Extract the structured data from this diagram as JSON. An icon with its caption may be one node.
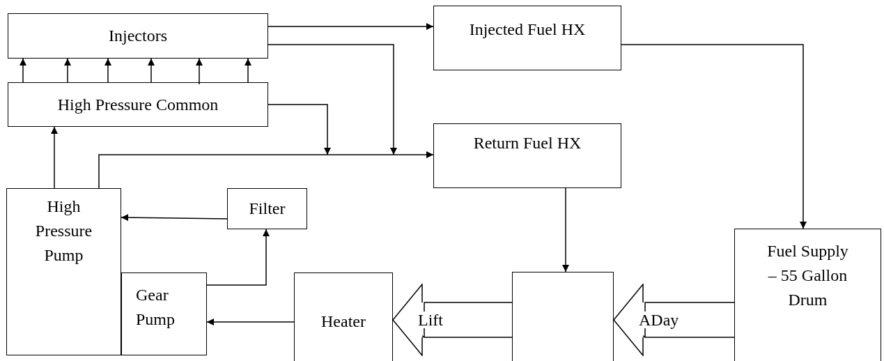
{
  "diagram": {
    "nodes": [
      {
        "text": [
          "Injectors"
        ]
      },
      {
        "text": [
          "High Pressure Common"
        ]
      },
      {
        "text": [
          "Injected Fuel HX"
        ]
      },
      {
        "text": [
          "Return Fuel HX"
        ]
      },
      {
        "text": [
          "High Pressure Pump"
        ]
      },
      {
        "text": [
          "Filter"
        ]
      },
      {
        "text": [
          "Gear Pump"
        ]
      },
      {
        "text": [
          "Heater"
        ]
      },
      {
        "text": [],
        "shape": "box"
      },
      {
        "text": [
          "Fuel Supply – 55 Gallon Drum"
        ]
      }
    ],
    "edges": [
      {
        "from": 1,
        "to": 0,
        "arrow": "to"
      },
      {
        "from": 1,
        "to": 0,
        "arrow": "to"
      },
      {
        "from": 1,
        "to": 0,
        "arrow": "to"
      },
      {
        "from": 1,
        "to": 0,
        "arrow": "to"
      },
      {
        "from": 1,
        "to": 0,
        "arrow": "to"
      },
      {
        "from": 1,
        "to": 0,
        "arrow": "to"
      },
      {
        "from": 0,
        "to": 2,
        "arrow": "to"
      },
      {
        "from": 0,
        "to": 3,
        "arrow": "to"
      },
      {
        "from": 1,
        "to": 3,
        "arrow": "to"
      },
      {
        "from": 4,
        "to": 1,
        "arrow": "to"
      },
      {
        "from": 4,
        "to": 3,
        "arrow": "to"
      },
      {
        "from": 2,
        "to": 9,
        "arrow": "to"
      },
      {
        "from": 3,
        "to": 8,
        "arrow": "to"
      },
      {
        "from": 5,
        "to": 4,
        "arrow": "to"
      },
      {
        "from": 6,
        "to": 5,
        "arrow": "to"
      },
      {
        "from": 7,
        "to": 6,
        "arrow": "to"
      },
      {
        "from": 8,
        "to": 7,
        "arrow": "to",
        "label": "Lift"
      },
      {
        "from": 9,
        "to": 8,
        "arrow": "to",
        "label": "ADay"
      }
    ]
  }
}
